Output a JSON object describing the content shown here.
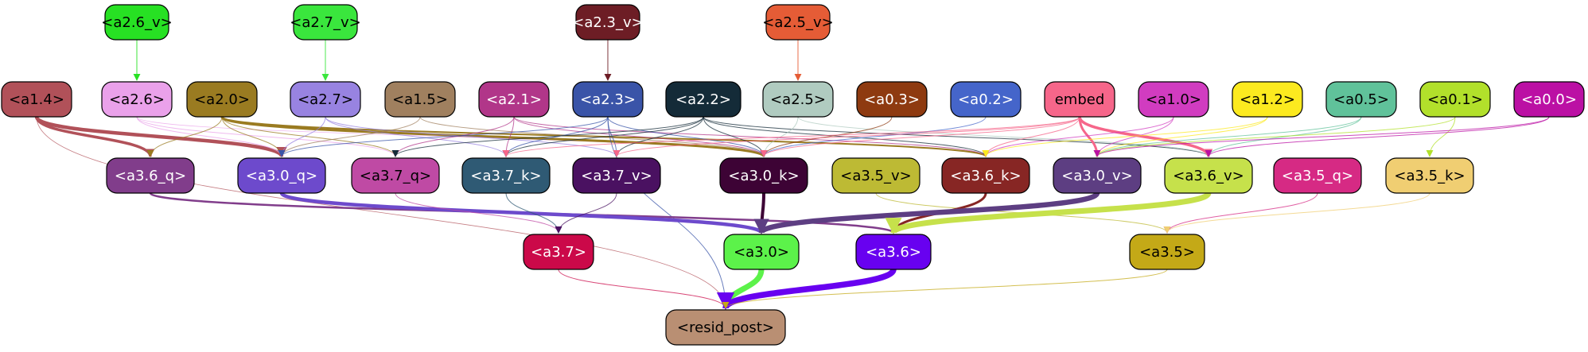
{
  "nodes": [
    {
      "id": "a2_6_v",
      "label": "<a2.6_v>",
      "fill": "#27e123"
    },
    {
      "id": "a2_7_v",
      "label": "<a2.7_v>",
      "fill": "#3ae63d"
    },
    {
      "id": "a2_3_v",
      "label": "<a2.3_v>",
      "fill": "#6d1d25"
    },
    {
      "id": "a2_5_v",
      "label": "<a2.5_v>",
      "fill": "#e55c36"
    },
    {
      "id": "a1_4",
      "label": "<a1.4>",
      "fill": "#b15159"
    },
    {
      "id": "a2_6",
      "label": "<a2.6>",
      "fill": "#eaa1ea"
    },
    {
      "id": "a2_0",
      "label": "<a2.0>",
      "fill": "#9a7b21"
    },
    {
      "id": "a2_7",
      "label": "<a2.7>",
      "fill": "#9883e1"
    },
    {
      "id": "a1_5",
      "label": "<a1.5>",
      "fill": "#a0805f"
    },
    {
      "id": "a2_1",
      "label": "<a2.1>",
      "fill": "#b13689"
    },
    {
      "id": "a2_3",
      "label": "<a2.3>",
      "fill": "#3a54a8"
    },
    {
      "id": "a2_2",
      "label": "<a2.2>",
      "fill": "#142b38"
    },
    {
      "id": "a2_5",
      "label": "<a2.5>",
      "fill": "#b0cbc0"
    },
    {
      "id": "a0_3",
      "label": "<a0.3>",
      "fill": "#8e3a10"
    },
    {
      "id": "a0_2",
      "label": "<a0.2>",
      "fill": "#4565ca"
    },
    {
      "id": "embed",
      "label": "embed",
      "fill": "#f6668a"
    },
    {
      "id": "a1_0",
      "label": "<a1.0>",
      "fill": "#d13cc0"
    },
    {
      "id": "a1_2",
      "label": "<a1.2>",
      "fill": "#fcea1f"
    },
    {
      "id": "a0_5",
      "label": "<a0.5>",
      "fill": "#60c29a"
    },
    {
      "id": "a0_1",
      "label": "<a0.1>",
      "fill": "#b2e02b"
    },
    {
      "id": "a0_0",
      "label": "<a0.0>",
      "fill": "#bb10a4"
    },
    {
      "id": "a3_6_q",
      "label": "<a3.6_q>",
      "fill": "#813d8b"
    },
    {
      "id": "a3_0_q",
      "label": "<a3.0_q>",
      "fill": "#6d4acc"
    },
    {
      "id": "a3_7_q",
      "label": "<a3.7_q>",
      "fill": "#bf4aa4"
    },
    {
      "id": "a3_7_k",
      "label": "<a3.7_k>",
      "fill": "#2f5a74"
    },
    {
      "id": "a3_7_v",
      "label": "<a3.7_v>",
      "fill": "#4a1161"
    },
    {
      "id": "a3_0_k",
      "label": "<a3.0_k>",
      "fill": "#3d0335"
    },
    {
      "id": "a3_5_v",
      "label": "<a3.5_v>",
      "fill": "#bdba34"
    },
    {
      "id": "a3_6_k",
      "label": "<a3.6_k>",
      "fill": "#872624"
    },
    {
      "id": "a3_0_v",
      "label": "<a3.0_v>",
      "fill": "#5d3e82"
    },
    {
      "id": "a3_6_v",
      "label": "<a3.6_v>",
      "fill": "#c6e14b"
    },
    {
      "id": "a3_5_q",
      "label": "<a3.5_q>",
      "fill": "#d62a84"
    },
    {
      "id": "a3_5_k",
      "label": "<a3.5_k>",
      "fill": "#f0ce72"
    },
    {
      "id": "a3_7",
      "label": "<a3.7>",
      "fill": "#cb0949"
    },
    {
      "id": "a3_0",
      "label": "<a3.0>",
      "fill": "#5cf24a"
    },
    {
      "id": "a3_6",
      "label": "<a3.6>",
      "fill": "#6801f0"
    },
    {
      "id": "a3_5",
      "label": "<a3.5>",
      "fill": "#c4a917"
    },
    {
      "id": "resid_post",
      "label": "<resid_post>",
      "fill": "#b98f73"
    }
  ],
  "edges": [
    {
      "from": "a2_6_v",
      "to": "a2_6",
      "color": "#27e123",
      "weight": 1.2
    },
    {
      "from": "a2_7_v",
      "to": "a2_7",
      "color": "#3ae63d",
      "weight": 1.2
    },
    {
      "from": "a2_3_v",
      "to": "a2_3",
      "color": "#6d1d25",
      "weight": 1.2
    },
    {
      "from": "a2_5_v",
      "to": "a2_5",
      "color": "#e55c36",
      "weight": 1.2
    },
    {
      "from": "a1_4",
      "to": "a3_0_q",
      "color": "#b15159",
      "weight": 4.5
    },
    {
      "from": "a1_4",
      "to": "a3_6_q",
      "color": "#b15159",
      "weight": 3.5
    },
    {
      "from": "a1_4",
      "to": "resid_post",
      "color": "#b15159",
      "weight": 0.8
    },
    {
      "from": "a2_6",
      "to": "a3_0_q",
      "color": "#eaa1ea",
      "weight": 1
    },
    {
      "from": "a2_6",
      "to": "a3_7_q",
      "color": "#eaa1ea",
      "weight": 1
    },
    {
      "from": "a2_6",
      "to": "a3_0_k",
      "color": "#eaa1ea",
      "weight": 0.8
    },
    {
      "from": "a2_0",
      "to": "a3_6_q",
      "color": "#9a7b21",
      "weight": 1
    },
    {
      "from": "a2_0",
      "to": "a3_0_q",
      "color": "#9a7b21",
      "weight": 1
    },
    {
      "from": "a2_0",
      "to": "a3_7_q",
      "color": "#9a7b21",
      "weight": 1
    },
    {
      "from": "a2_0",
      "to": "a3_0_k",
      "color": "#9a7b21",
      "weight": 3
    },
    {
      "from": "a2_0",
      "to": "a3_6_k",
      "color": "#9a7b21",
      "weight": 2
    },
    {
      "from": "a2_7",
      "to": "a3_0_q",
      "color": "#9883e1",
      "weight": 1
    },
    {
      "from": "a2_7",
      "to": "a3_7_k",
      "color": "#9883e1",
      "weight": 1
    },
    {
      "from": "a2_7",
      "to": "a3_7_v",
      "color": "#9883e1",
      "weight": 1
    },
    {
      "from": "a1_5",
      "to": "a3_0_q",
      "color": "#a0805f",
      "weight": 1
    },
    {
      "from": "a1_5",
      "to": "a3_0_k",
      "color": "#a0805f",
      "weight": 1
    },
    {
      "from": "a2_1",
      "to": "a3_7_q",
      "color": "#b13689",
      "weight": 1
    },
    {
      "from": "a2_1",
      "to": "a3_7_k",
      "color": "#b13689",
      "weight": 1
    },
    {
      "from": "a2_1",
      "to": "a3_0_k",
      "color": "#b13689",
      "weight": 1
    },
    {
      "from": "a2_1",
      "to": "a3_6_k",
      "color": "#b13689",
      "weight": 1
    },
    {
      "from": "a2_3",
      "to": "a3_0_q",
      "color": "#3a54a8",
      "weight": 1
    },
    {
      "from": "a2_3",
      "to": "a3_7_k",
      "color": "#3a54a8",
      "weight": 1
    },
    {
      "from": "a2_3",
      "to": "a3_7_v",
      "color": "#3a54a8",
      "weight": 1
    },
    {
      "from": "a2_3",
      "to": "a3_0_k",
      "color": "#3a54a8",
      "weight": 1
    },
    {
      "from": "a2_3",
      "to": "resid_post",
      "color": "#3a54a8",
      "weight": 1
    },
    {
      "from": "a2_2",
      "to": "a3_7_q",
      "color": "#142b38",
      "weight": 1
    },
    {
      "from": "a2_2",
      "to": "a3_7_k",
      "color": "#142b38",
      "weight": 1
    },
    {
      "from": "a2_2",
      "to": "a3_7_v",
      "color": "#142b38",
      "weight": 1
    },
    {
      "from": "a2_2",
      "to": "a3_0_k",
      "color": "#142b38",
      "weight": 1
    },
    {
      "from": "a2_2",
      "to": "a3_6_k",
      "color": "#142b38",
      "weight": 1
    },
    {
      "from": "a2_2",
      "to": "a3_6_v",
      "color": "#142b38",
      "weight": 1
    },
    {
      "from": "a2_5",
      "to": "a3_0_k",
      "color": "#b0cbc0",
      "weight": 1
    },
    {
      "from": "a2_5",
      "to": "a3_6_v",
      "color": "#b0cbc0",
      "weight": 1
    },
    {
      "from": "a0_3",
      "to": "a3_0_k",
      "color": "#8e3a10",
      "weight": 1
    },
    {
      "from": "a0_2",
      "to": "a3_0_k",
      "color": "#4565ca",
      "weight": 1
    },
    {
      "from": "embed",
      "to": "a3_7_k",
      "color": "#f6668a",
      "weight": 1
    },
    {
      "from": "embed",
      "to": "a3_7_v",
      "color": "#f6668a",
      "weight": 1
    },
    {
      "from": "embed",
      "to": "a3_0_k",
      "color": "#f6668a",
      "weight": 1
    },
    {
      "from": "embed",
      "to": "a3_6_k",
      "color": "#f6668a",
      "weight": 1
    },
    {
      "from": "embed",
      "to": "a3_0_v",
      "color": "#f6668a",
      "weight": 3
    },
    {
      "from": "embed",
      "to": "a3_6_v",
      "color": "#f6668a",
      "weight": 3.5
    },
    {
      "from": "a1_0",
      "to": "a3_0_v",
      "color": "#d13cc0",
      "weight": 1
    },
    {
      "from": "a1_0",
      "to": "a3_6_k",
      "color": "#d13cc0",
      "weight": 1
    },
    {
      "from": "a1_2",
      "to": "a3_0_v",
      "color": "#fcea1f",
      "weight": 1
    },
    {
      "from": "a1_2",
      "to": "a3_6_k",
      "color": "#fcea1f",
      "weight": 1
    },
    {
      "from": "a0_5",
      "to": "a3_6_v",
      "color": "#60c29a",
      "weight": 1
    },
    {
      "from": "a0_5",
      "to": "a3_0_v",
      "color": "#60c29a",
      "weight": 1
    },
    {
      "from": "a0_1",
      "to": "a3_0_v",
      "color": "#b2e02b",
      "weight": 1
    },
    {
      "from": "a0_1",
      "to": "a3_5_k",
      "color": "#b2e02b",
      "weight": 1
    },
    {
      "from": "a0_0",
      "to": "a3_0_v",
      "color": "#bb10a4",
      "weight": 1
    },
    {
      "from": "a0_0",
      "to": "a3_6_v",
      "color": "#bb10a4",
      "weight": 1
    },
    {
      "from": "a3_6_q",
      "to": "a3_6",
      "color": "#813d8b",
      "weight": 2.5
    },
    {
      "from": "a3_0_q",
      "to": "a3_0",
      "color": "#6d4acc",
      "weight": 4.5
    },
    {
      "from": "a3_7_q",
      "to": "a3_7",
      "color": "#bf4aa4",
      "weight": 1
    },
    {
      "from": "a3_7_k",
      "to": "a3_7",
      "color": "#2f5a74",
      "weight": 1
    },
    {
      "from": "a3_7_v",
      "to": "a3_7",
      "color": "#4a1161",
      "weight": 1
    },
    {
      "from": "a3_0_k",
      "to": "a3_0",
      "color": "#3d0335",
      "weight": 4
    },
    {
      "from": "a3_5_v",
      "to": "a3_5",
      "color": "#bdba34",
      "weight": 1
    },
    {
      "from": "a3_6_k",
      "to": "a3_6",
      "color": "#872624",
      "weight": 3
    },
    {
      "from": "a3_0_v",
      "to": "a3_0",
      "color": "#5d3e82",
      "weight": 6.5
    },
    {
      "from": "a3_6_v",
      "to": "a3_6",
      "color": "#c6e14b",
      "weight": 7
    },
    {
      "from": "a3_5_q",
      "to": "a3_5",
      "color": "#d62a84",
      "weight": 1
    },
    {
      "from": "a3_5_k",
      "to": "a3_5",
      "color": "#f0ce72",
      "weight": 1
    },
    {
      "from": "a3_7",
      "to": "resid_post",
      "color": "#cb0949",
      "weight": 1
    },
    {
      "from": "a3_0",
      "to": "resid_post",
      "color": "#5cf24a",
      "weight": 7
    },
    {
      "from": "a3_6",
      "to": "resid_post",
      "color": "#6801f0",
      "weight": 7.5
    },
    {
      "from": "a3_5",
      "to": "resid_post",
      "color": "#c4a917",
      "weight": 1
    }
  ]
}
